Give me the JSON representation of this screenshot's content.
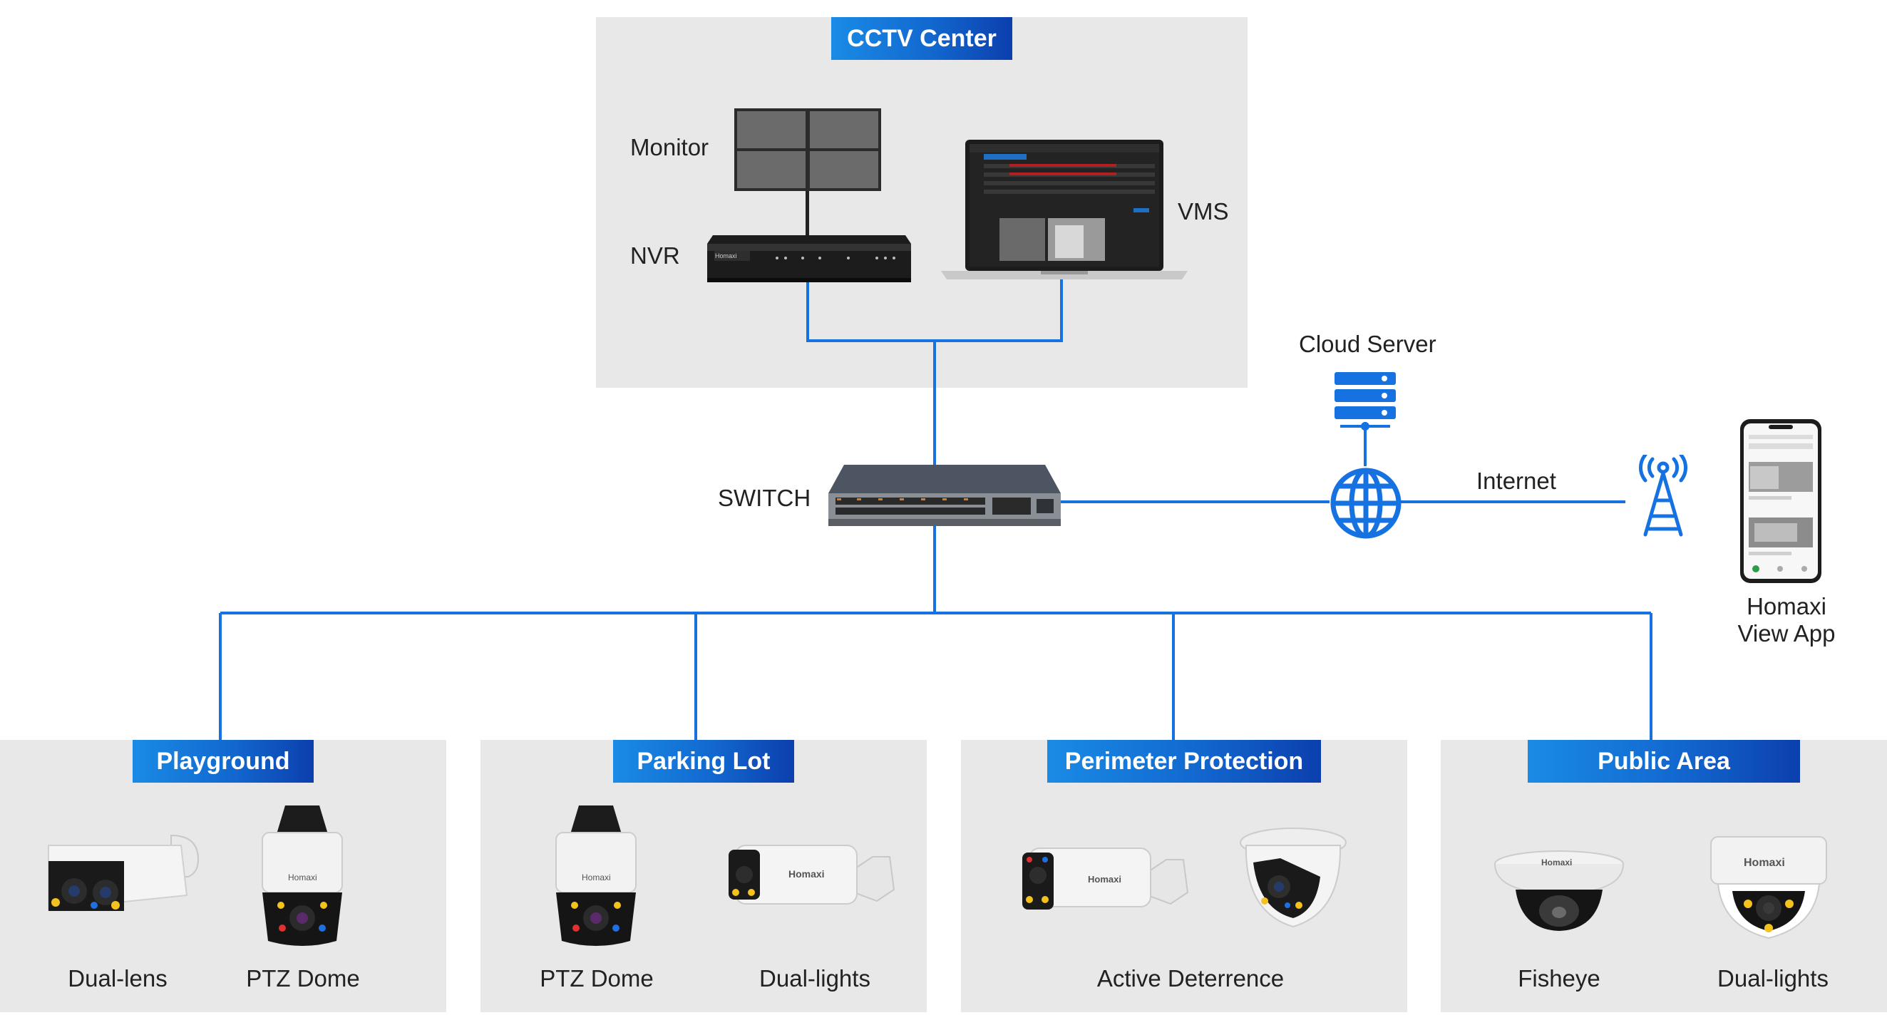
{
  "colors": {
    "link": "#1572e0",
    "zone_bg": "#e8e8e8",
    "banner_start": "#1a8be6",
    "banner_end": "#0c3fae",
    "icon_blue": "#1572e0"
  },
  "center": {
    "title": "CCTV Center",
    "monitor_label": "Monitor",
    "nvr_label": "NVR",
    "vms_label": "VMS",
    "device_brand": "Homaxi"
  },
  "network": {
    "switch_label": "SWITCH",
    "cloud_label": "Cloud Server",
    "internet_label": "Internet",
    "app_label_line1": "Homaxi",
    "app_label_line2": "View App"
  },
  "zones": [
    {
      "title": "Playground",
      "cam1": "Dual-lens",
      "cam2": "PTZ Dome"
    },
    {
      "title": "Parking Lot",
      "cam1": "PTZ Dome",
      "cam2": "Dual-lights"
    },
    {
      "title": "Perimeter Protection",
      "cam1": "Active Deterrence"
    },
    {
      "title": "Public Area",
      "cam1": "Fisheye",
      "cam2": "Dual-lights"
    }
  ],
  "icons": [
    "monitor-wall-icon",
    "nvr-icon",
    "laptop-icon",
    "switch-icon",
    "server-icon",
    "globe-icon",
    "tower-icon",
    "smartphone-icon",
    "bullet-camera-icon",
    "ptz-camera-icon",
    "dome-camera-icon",
    "fisheye-camera-icon",
    "dual-lens-camera-icon"
  ]
}
